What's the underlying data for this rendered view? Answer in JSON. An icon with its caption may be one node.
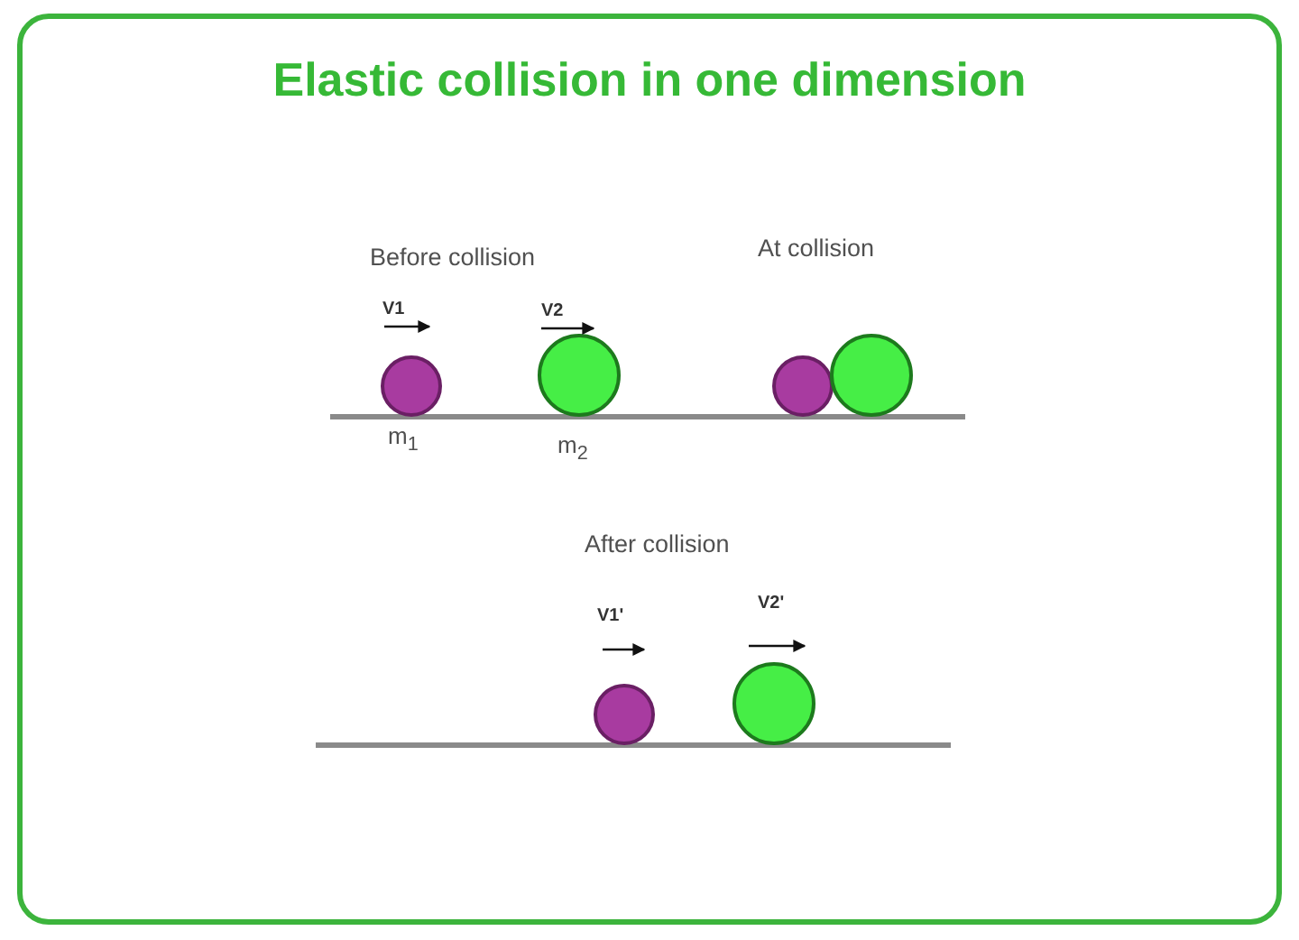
{
  "diagram": {
    "title": "Elastic collision in one dimension",
    "labels": [
      "Before collision",
      "At collision",
      "V1",
      "V2",
      "m$_{1}$",
      "m$_{2}$",
      "After collision",
      "V1'",
      "V2'"
    ]
  }
}
